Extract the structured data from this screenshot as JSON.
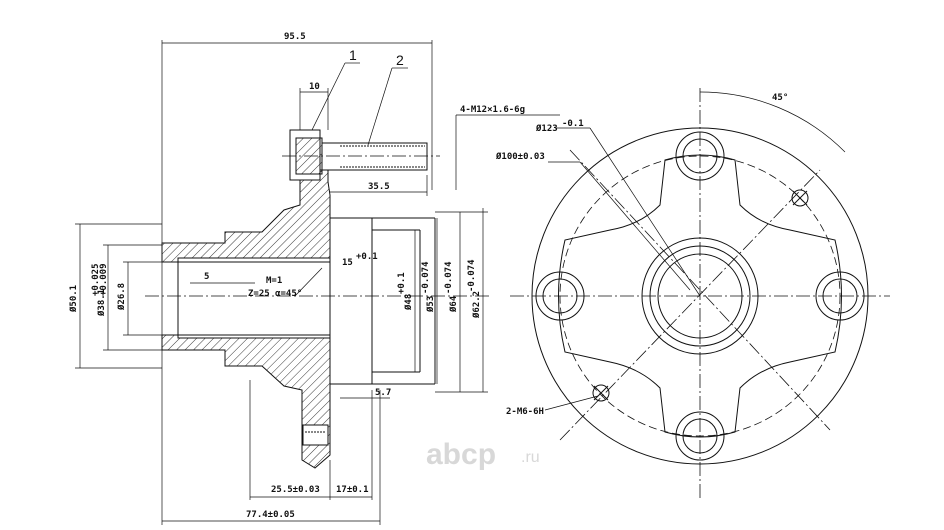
{
  "drawing": {
    "part_labels": [
      "1",
      "2"
    ],
    "dims": {
      "total_len": "95.5",
      "flange_len": "10",
      "thread": "4-M12×1.6-6g",
      "stud_len": "35.5",
      "bore": "5",
      "spline_m": "M=1",
      "spline_z": "Z=25  α=45°",
      "chamfer": "15",
      "chamfer_tol": "+0.1",
      "step": "5.7",
      "d_outer": "Ø50.1",
      "d_spline": "Ø38.1",
      "d_spline_tol_up": "+0.025",
      "d_spline_tol_lo": "+0.009",
      "d_inner": "Ø26.8",
      "d_48": "Ø48",
      "d_48_tol": "+0.1",
      "d_53": "Ø53",
      "d_53_tol": "-0.074",
      "d_64": "Ø64",
      "d_64_tol": "-0.074",
      "d_62": "Ø62.2",
      "d_62_tol": "-0.074",
      "len_25_5": "25.5±0.03",
      "len_17": "17±0.1",
      "len_77_4": "77.4±0.05",
      "angle": "45°",
      "pcd_123": "Ø123",
      "pcd_123_tol": "-0.1",
      "pcd_100": "Ø100±0.03",
      "holes_m6": "2-M6-6H"
    }
  },
  "watermark": {
    "brand": "abcp",
    "suffix": ".ru"
  }
}
